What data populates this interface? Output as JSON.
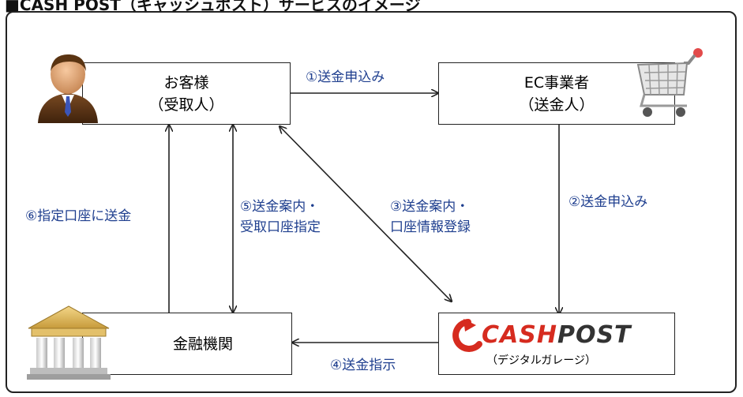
{
  "header": {
    "title": "■CASH POST（キャッシュポスト）サービスのイメージ"
  },
  "nodes": {
    "customer": {
      "line1": "お客様",
      "line2": "（受取人）"
    },
    "ec": {
      "line1": "EC事業者",
      "line2": "（送金人）"
    },
    "bank": {
      "line1": "金融機関"
    },
    "cashpost": {
      "logo_a": "CASH",
      "logo_b": "POST",
      "sub": "（デジタルガレージ）"
    }
  },
  "edges": {
    "e1": "①送金申込み",
    "e2": "②送金申込み",
    "e3_line1": "③送金案内・",
    "e3_line2": "口座情報登録",
    "e4": "④送金指示",
    "e5_line1": "⑤送金案内・",
    "e5_line2": "受取口座指定",
    "e6": "⑥指定口座に送金"
  },
  "icons": {
    "customer": "person-icon",
    "ec": "shopping-cart-icon",
    "bank": "bank-building-icon",
    "cashpost": "cashpost-logo"
  },
  "colors": {
    "label": "#1f3f8f",
    "logo_red": "#d62b1f"
  }
}
